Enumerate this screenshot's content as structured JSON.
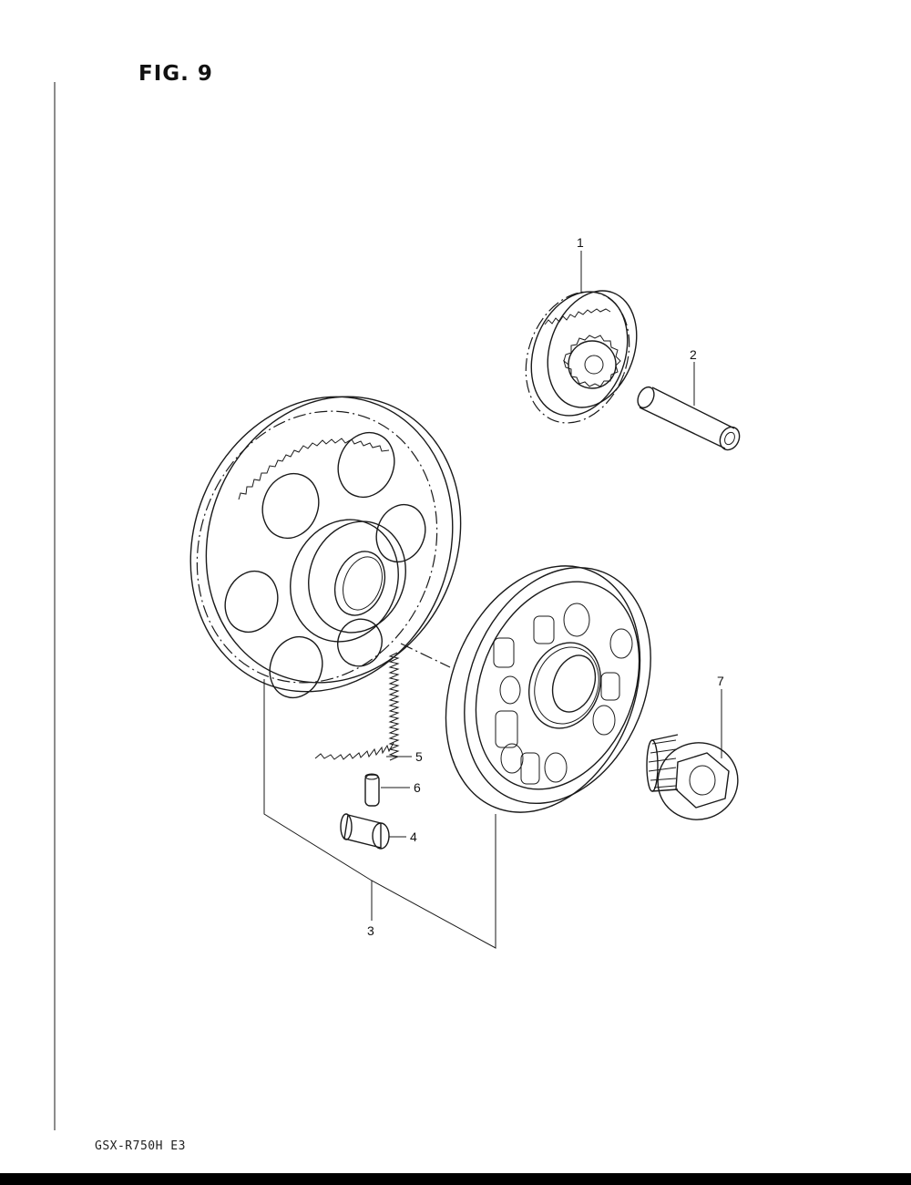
{
  "figure": {
    "title": "FIG. 9",
    "model": "GSX-R750H  E3"
  },
  "callouts": [
    "1",
    "2",
    "3",
    "4",
    "5",
    "6",
    "7"
  ],
  "colors": {
    "ink": "#1a1a1a",
    "paper": "#ffffff",
    "bar": "#000000"
  }
}
